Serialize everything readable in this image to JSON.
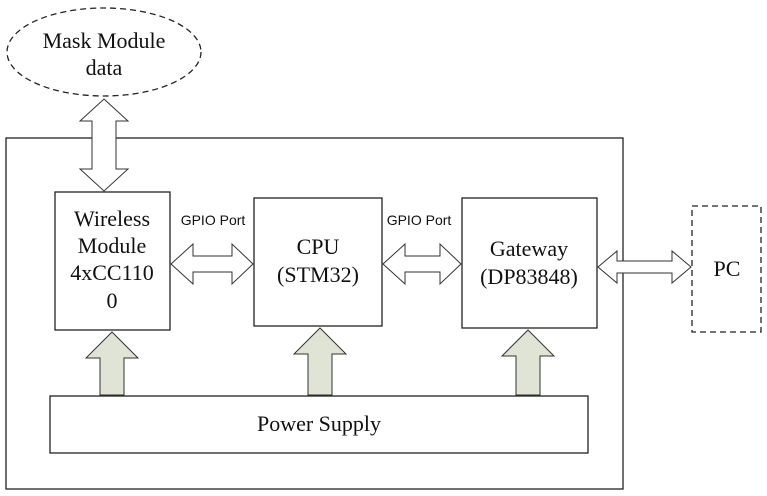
{
  "diagram": {
    "mask_module": {
      "line1": "Mask Module",
      "line2": "data"
    },
    "wireless": {
      "line1": "Wireless",
      "line2": "Module",
      "line3": "4xCC110",
      "line4": "0"
    },
    "cpu": {
      "line1": "CPU",
      "line2": "(STM32)"
    },
    "gateway": {
      "line1": "Gateway",
      "line2": "(DP83848)"
    },
    "pc": {
      "label": "PC"
    },
    "power_supply": {
      "label": "Power Supply"
    },
    "links": {
      "wireless_cpu": "GPIO Port",
      "cpu_gateway": "GPIO Port"
    }
  }
}
